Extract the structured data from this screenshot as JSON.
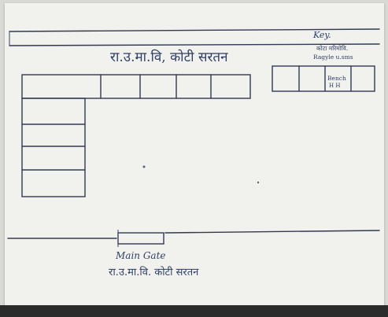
{
  "texts": {
    "key_label": "Key.",
    "header_title": "रा.उ.मा.वि, कोटी सरतन",
    "key_line_1": "कोटा मरिमोवि.",
    "key_line_2": "Ragyle u.sms",
    "key_box_text_1": "Bench",
    "key_box_text_2": "H H",
    "gate_label": "Main Gate",
    "footer_title": "रा.उ.मा.वि. कोटी सरतन"
  },
  "colors": {
    "paper": "#f1f1ee",
    "ink": "#323a52",
    "pencil": "#2f3f63"
  }
}
